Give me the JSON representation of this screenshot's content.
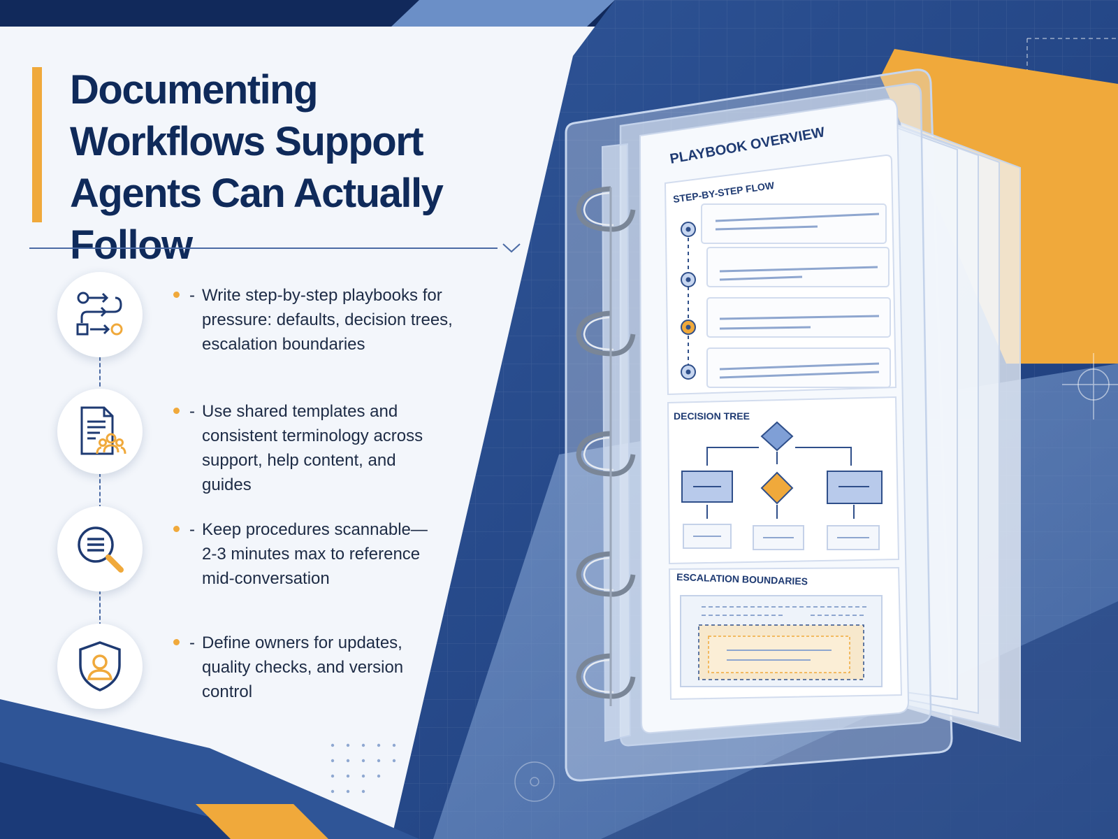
{
  "title": {
    "line1": "Documenting",
    "line2": "Workflows Support",
    "line3": "Agents Can Actually Follow"
  },
  "bullets": [
    {
      "icon": "workflow-icon",
      "dash": "-",
      "text": "Write step-by-step playbooks for pressure: defaults, decision trees, escalation boundaries"
    },
    {
      "icon": "shared-template-icon",
      "dash": "-",
      "text": "Use shared templates and consistent terminology across support, help content, and guides"
    },
    {
      "icon": "search-list-icon",
      "dash": "-",
      "text": "Keep procedures scannable—2-3 minutes max to reference mid-conversation"
    },
    {
      "icon": "owner-shield-icon",
      "dash": "-",
      "text": "Define owners for updates, quality checks, and version control"
    }
  ],
  "binder": {
    "overview": "PLAYBOOK OVERVIEW",
    "flow": "STEP-BY-STEP FLOW",
    "tree": "DECISION TREE",
    "escalation": "ESCALATION BOUNDARIES"
  },
  "colors": {
    "navy": "#0f2a5a",
    "accent": "#f0a93b",
    "blue": "#2f5597",
    "light_blue": "#8fb0dd"
  }
}
